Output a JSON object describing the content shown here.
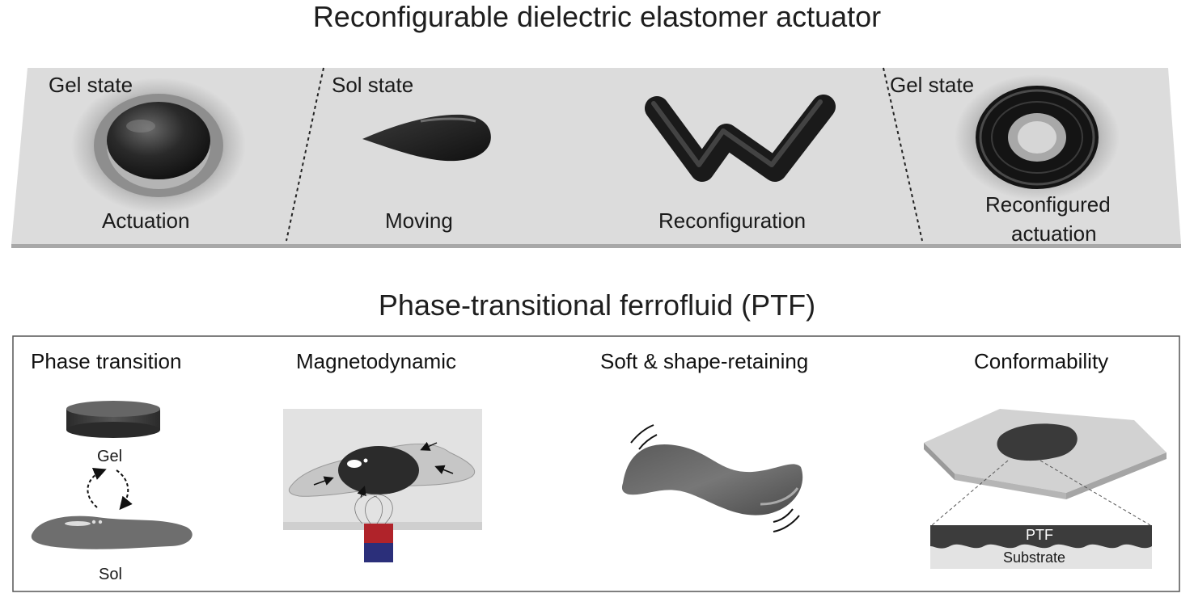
{
  "top_panel": {
    "title": "Reconfigurable dielectric elastomer actuator",
    "state_labels": [
      "Gel state",
      "Sol state",
      "Gel state"
    ],
    "actions": {
      "actuation": "Actuation",
      "moving": "Moving",
      "reconfiguration": "Reconfiguration",
      "reconfigured_1": "Reconfigured",
      "reconfigured_2": "actuation"
    }
  },
  "bottom_panel": {
    "title": "Phase-transitional ferrofluid (PTF)",
    "features": [
      "Phase transition",
      "Magnetodynamic",
      "Soft & shape-retaining",
      "Conformability"
    ],
    "phase_labels": {
      "gel": "Gel",
      "sol": "Sol"
    },
    "layer_labels": {
      "ptf": "PTF",
      "substrate": "Substrate"
    }
  },
  "colors": {
    "platform": "#dcdcdc",
    "platform_edge": "#a8a8a8",
    "material_dark": "#1f1f1f",
    "material_gray": "#6e6e6e",
    "magnet_north": "#b0232a",
    "magnet_south": "#2b2f7a"
  }
}
